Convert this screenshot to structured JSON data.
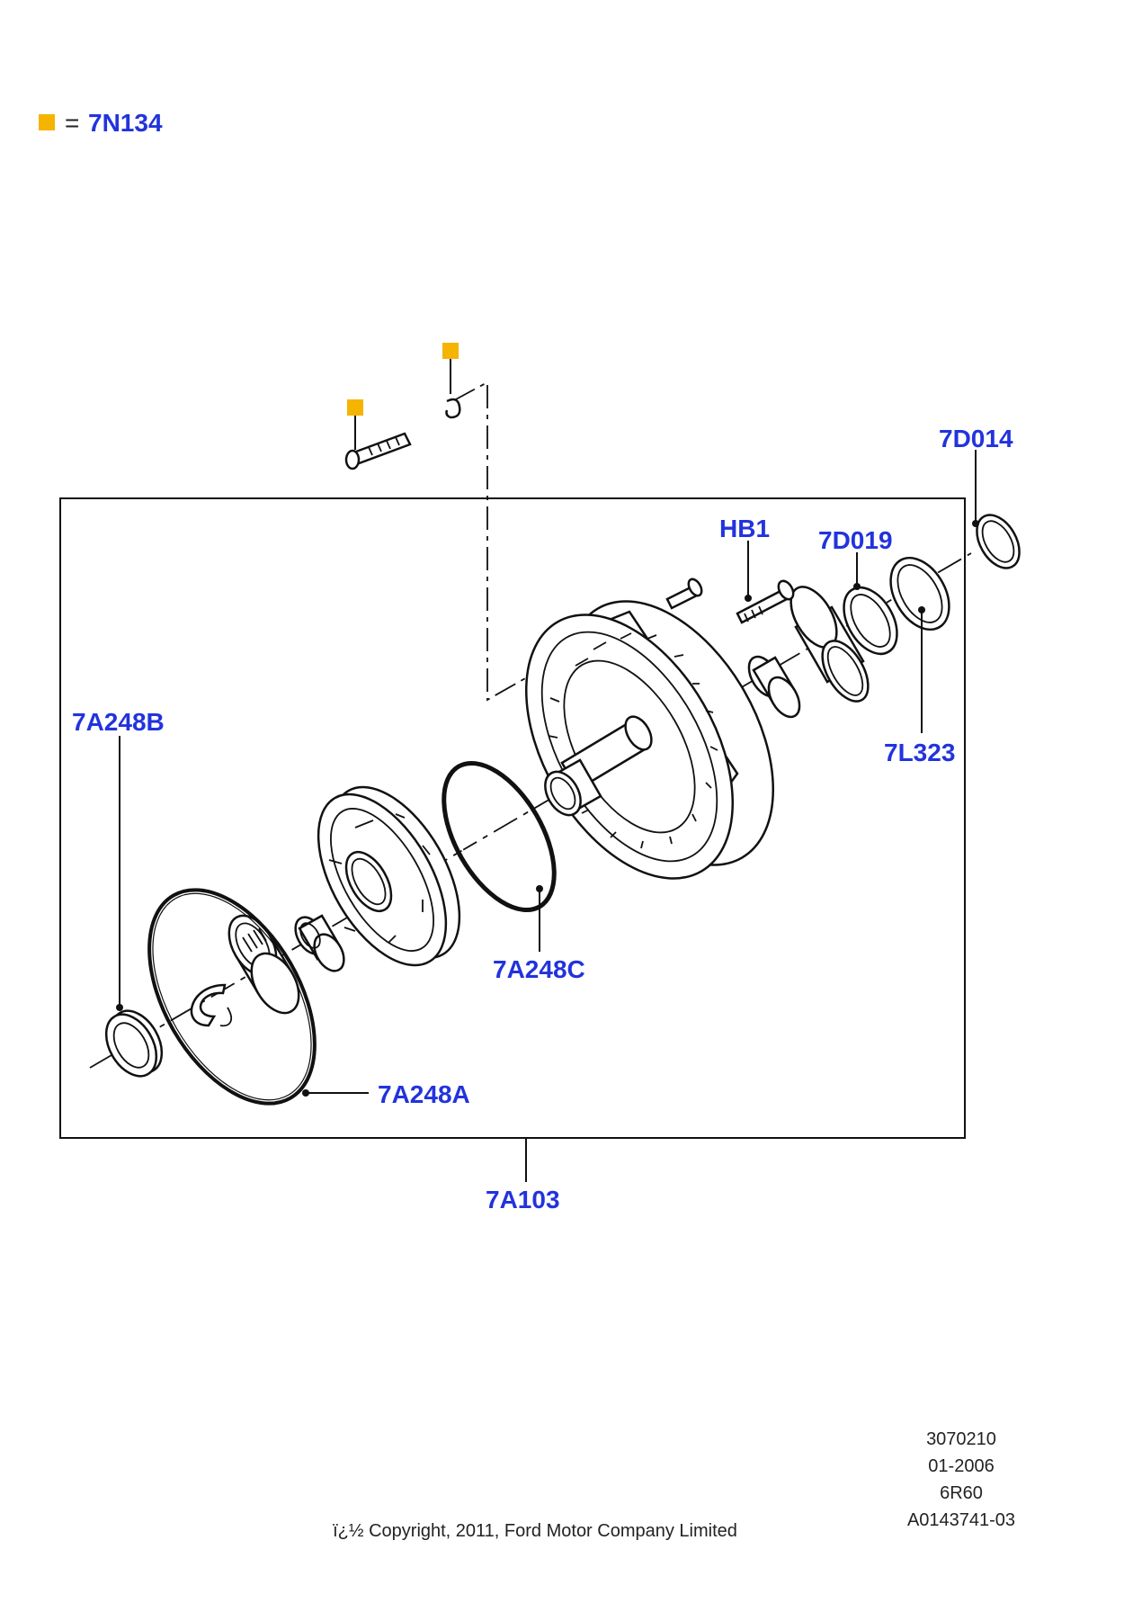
{
  "legend": {
    "symbol_color": "#f5b400",
    "equals": "=",
    "code": "7N134"
  },
  "callouts": {
    "c7D014": "7D014",
    "cHB1": "HB1",
    "c7D019": "7D019",
    "c7L323": "7L323",
    "c7A248B": "7A248B",
    "c7A248C": "7A248C",
    "c7A248A": "7A248A",
    "c7A103": "7A103"
  },
  "footer": {
    "ref1": "3070210",
    "ref2": "01-2006",
    "ref3": "6R60",
    "ref4": "A0143741-03",
    "copyright": "ï¿½ Copyright, 2011, Ford Motor Company Limited"
  },
  "colors": {
    "callout": "#2233dd",
    "line": "#111111",
    "marker": "#f5b400"
  }
}
